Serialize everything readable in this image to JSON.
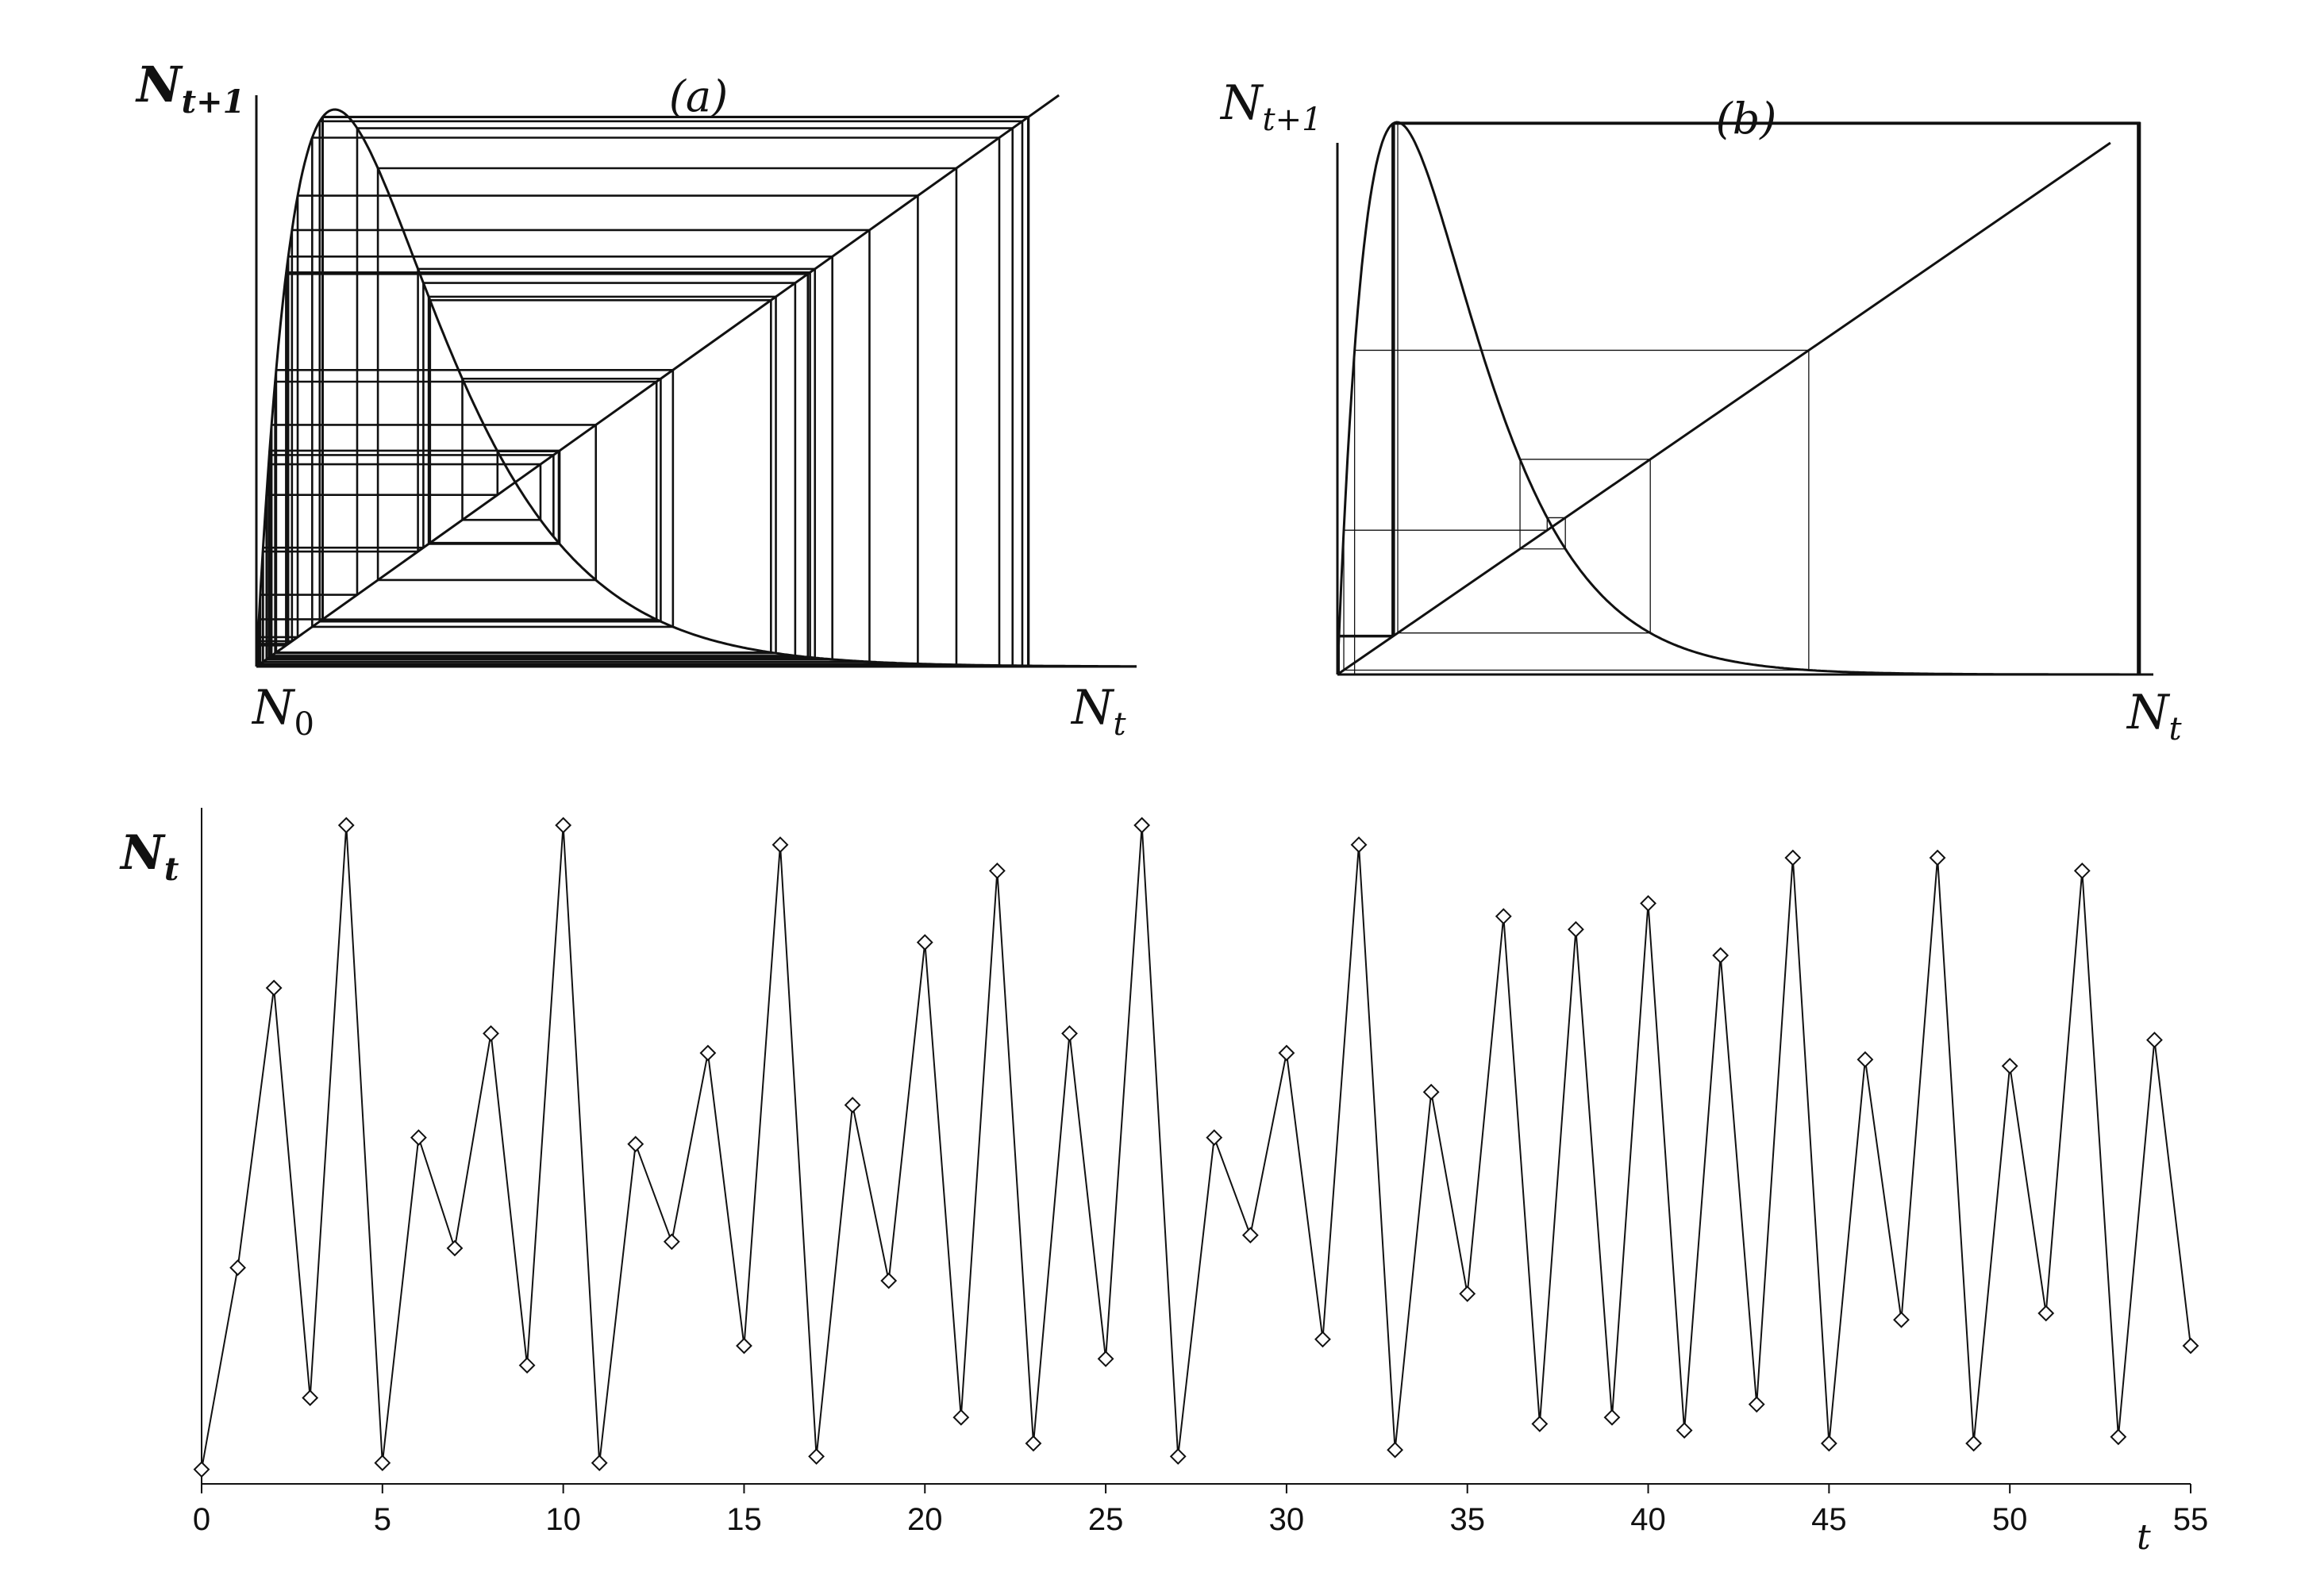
{
  "colors": {
    "ink": "#111111",
    "paper": "#ffffff"
  },
  "cobweb_panels": [
    {
      "panel_label": "(a)",
      "y_label": {
        "base": "N",
        "sub": "t+1"
      },
      "x_label": {
        "base": "N",
        "sub": "t"
      },
      "x0_label": {
        "base": "N",
        "sub": "0"
      },
      "map": "ricker",
      "r": 3.3,
      "n0": 0.025,
      "iterations": 55,
      "domain": [
        0,
        3.4
      ],
      "range": [
        0,
        3.1
      ]
    },
    {
      "panel_label": "(b)",
      "y_label": {
        "base": "N",
        "sub": "t+1"
      },
      "x_label": {
        "base": "N",
        "sub": "t"
      },
      "map": "ricker",
      "r": 3.6,
      "n0": 0.08,
      "iterations": 400,
      "domain": [
        0,
        3.8
      ],
      "range": [
        0,
        3.6
      ]
    }
  ],
  "chart_data": {
    "type": "line",
    "marker": "diamond",
    "ylabel": {
      "base": "N",
      "sub": "t"
    },
    "xlabel": "t",
    "xlim": [
      0,
      55
    ],
    "ylim": [
      0,
      1
    ],
    "x_ticks": [
      0,
      5,
      10,
      15,
      20,
      25,
      30,
      35,
      40,
      45,
      50,
      55
    ],
    "x": [
      0,
      1,
      2,
      3,
      4,
      5,
      6,
      7,
      8,
      9,
      10,
      11,
      12,
      13,
      14,
      15,
      16,
      17,
      18,
      19,
      20,
      21,
      22,
      23,
      24,
      25,
      26,
      27,
      28,
      29,
      30,
      31,
      32,
      33,
      34,
      35,
      36,
      37,
      38,
      39,
      40,
      41,
      42,
      43,
      44,
      45,
      46,
      47,
      48,
      49,
      50,
      51,
      52,
      53,
      54,
      55
    ],
    "values": [
      0.01,
      0.32,
      0.75,
      0.12,
      1.0,
      0.02,
      0.52,
      0.35,
      0.68,
      0.17,
      1.0,
      0.02,
      0.51,
      0.36,
      0.65,
      0.2,
      0.97,
      0.03,
      0.57,
      0.3,
      0.82,
      0.09,
      0.93,
      0.05,
      0.68,
      0.18,
      1.0,
      0.03,
      0.52,
      0.37,
      0.65,
      0.21,
      0.97,
      0.04,
      0.59,
      0.28,
      0.86,
      0.08,
      0.84,
      0.09,
      0.88,
      0.07,
      0.8,
      0.11,
      0.95,
      0.05,
      0.64,
      0.24,
      0.95,
      0.05,
      0.63,
      0.25,
      0.93,
      0.06,
      0.67,
      0.2
    ]
  }
}
